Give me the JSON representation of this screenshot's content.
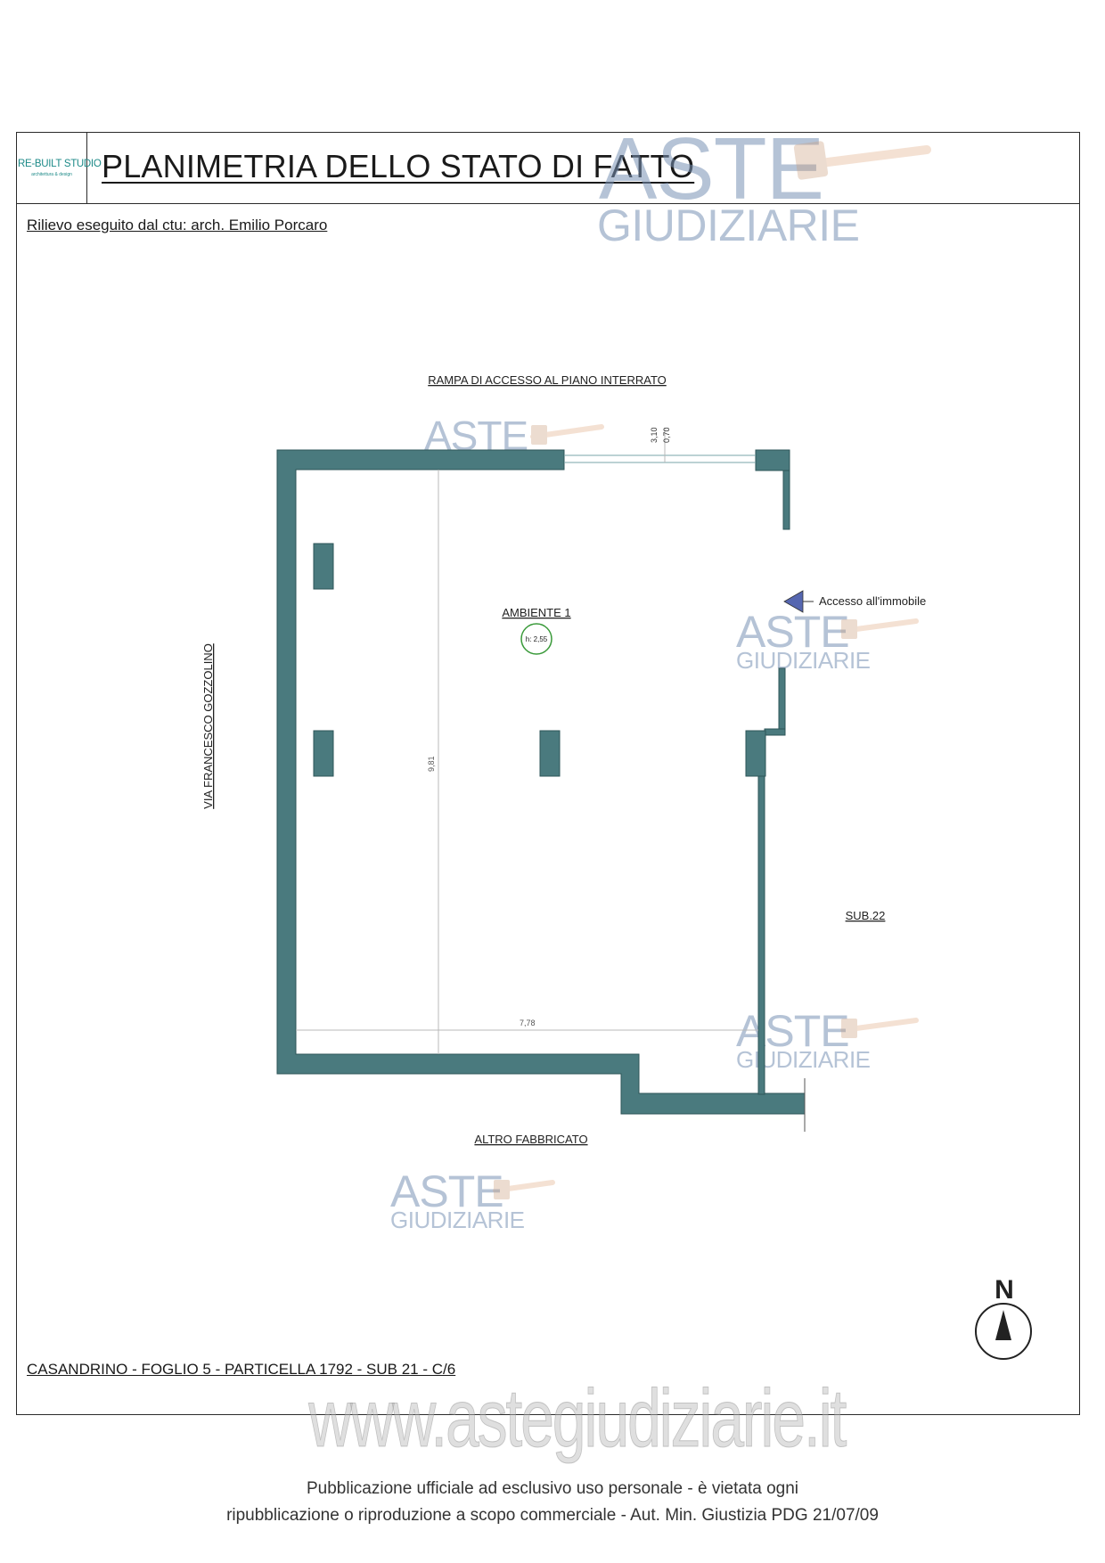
{
  "header": {
    "logo_text": "RE-BUILT STUDIO",
    "logo_subtext": "architettura & design",
    "title": "PLANIMETRIA DELLO STATO DI FATTO"
  },
  "survey_note": "Rilievo eseguito dal ctu: arch. Emilio Porcaro",
  "plan": {
    "top_label": "RAMPA DI ACCESSO AL PIANO INTERRATO",
    "left_label": "VIA FRANCESCO GOZZOLINO",
    "right_label": "SUB.22",
    "bottom_label": "ALTRO FABBRICATO",
    "room_name": "AMBIENTE 1",
    "room_height": "h: 2,55",
    "entrance_label": "Accesso all'immobile",
    "dim_opening_outer": "3,10",
    "dim_opening_inner": "0,70",
    "dim_vertical": "9,81",
    "dim_horizontal": "7,78",
    "north": "N",
    "colors": {
      "wall": "#4a7a7e",
      "wall_edge": "#2e5558",
      "arrow": "#5566b0",
      "dim": "#b8b8b8"
    }
  },
  "cadastral": "CASANDRINO - FOGLIO 5 - PARTICELLA 1792 - SUB 21 - C/6",
  "watermark": {
    "aste": "ASTE",
    "giudiziarie": "GIUDIZIARIE",
    "site": "www.astegiudiziarie.it"
  },
  "disclaimer": {
    "line1": "Pubblicazione ufficiale ad esclusivo uso personale - è vietata ogni",
    "line2": "ripubblicazione o riproduzione a scopo commerciale - Aut. Min. Giustizia PDG 21/07/09"
  }
}
